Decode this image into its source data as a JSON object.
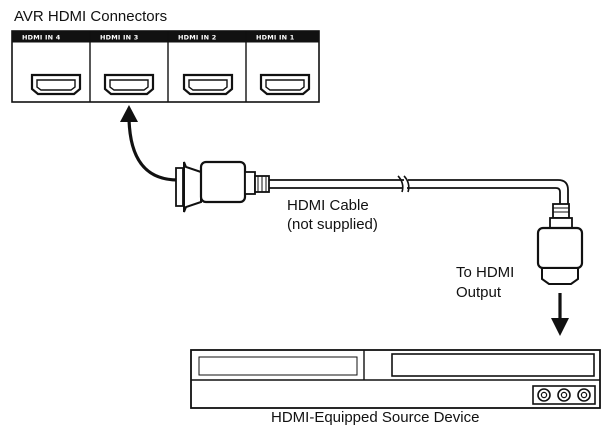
{
  "diagram": {
    "title": "AVR HDMI Connectors",
    "ports": [
      {
        "label": "HDMI IN 4"
      },
      {
        "label": "HDMI IN 3"
      },
      {
        "label": "HDMI IN 2"
      },
      {
        "label": "HDMI IN 1"
      }
    ],
    "cable_label_line1": "HDMI Cable",
    "cable_label_line2": "(not supplied)",
    "output_label_line1": "To HDMI",
    "output_label_line2": "Output",
    "device_label": "HDMI-Equipped Source Device"
  }
}
